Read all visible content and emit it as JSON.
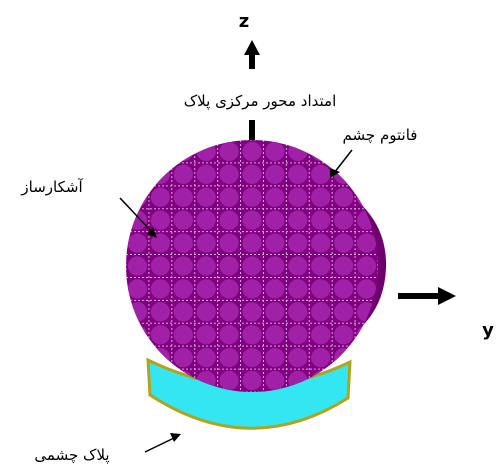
{
  "axes": {
    "z_label": "z",
    "y_label": "y"
  },
  "labels": {
    "plaque_axis": "امتداد محور مرکزی پلاک",
    "eye_phantom": "فانتوم چشم",
    "detector": "آشکارساز",
    "eye_plaque": "پلاک چشمی"
  },
  "colors": {
    "sphere": "#800080",
    "sphere_dark": "#6a006a",
    "detector_cell": "#a020a8",
    "grid_line": "#d9a6e0",
    "plaque_fill": "#33e6f2",
    "plaque_rim": "#b3a21a",
    "ink": "#000000"
  },
  "detector_grid": {
    "rows": 11,
    "cols": 11
  }
}
